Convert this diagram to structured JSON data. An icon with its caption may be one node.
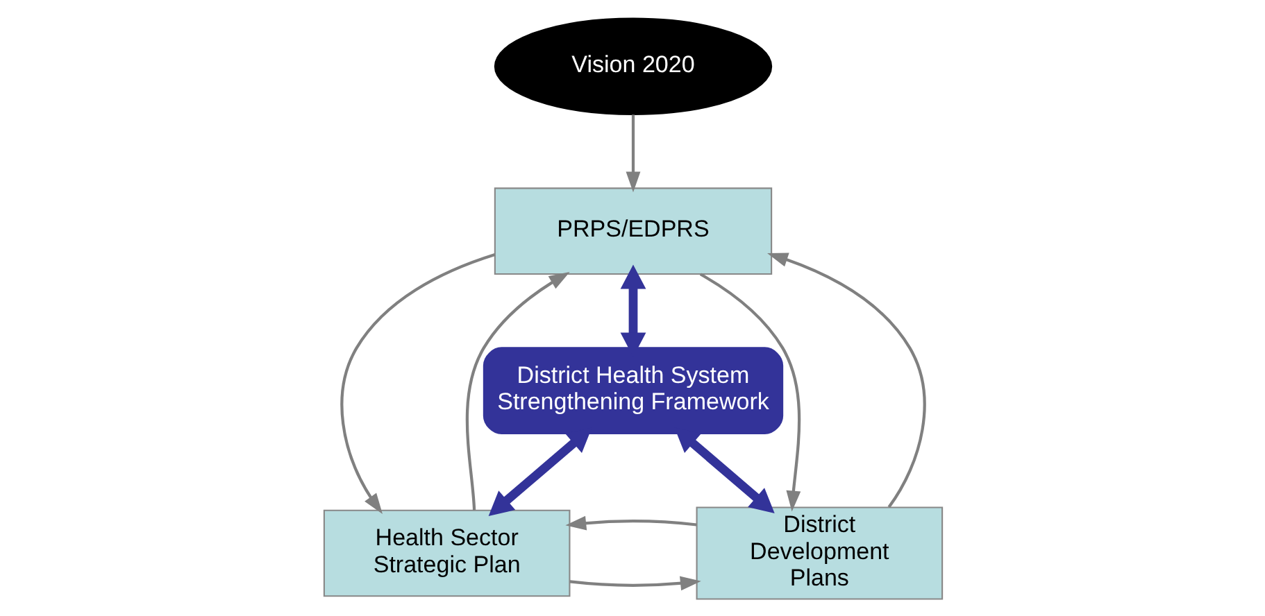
{
  "diagram": {
    "nodes": [
      {
        "text": [
          "Vision 2020"
        ]
      },
      {
        "text": [
          "PRPS/EDPRS"
        ]
      },
      {
        "text": [
          "Health Sector Strategic Plan"
        ]
      },
      {
        "text": [
          "District Development Plans"
        ]
      },
      {
        "text": [
          "District Health System Strengthening Framework"
        ]
      }
    ],
    "edges": [
      {
        "from": 0,
        "to": 1,
        "arrow": "to"
      },
      {
        "from": 2,
        "to": 1,
        "arrow": "to"
      },
      {
        "from": 1,
        "to": 2,
        "arrow": "to"
      },
      {
        "from": 1,
        "to": 3,
        "arrow": "to"
      },
      {
        "from": 3,
        "to": 1,
        "arrow": "to"
      },
      {
        "from": 2,
        "to": 3,
        "arrow": "to"
      },
      {
        "from": 3,
        "to": 2,
        "arrow": "to"
      },
      {
        "from": 1,
        "to": 4,
        "arrow": "both",
        "style": "thick",
        "color": "#333399"
      },
      {
        "from": 4,
        "to": 2,
        "arrow": "both",
        "style": "thick",
        "color": "#333399"
      },
      {
        "from": 4,
        "to": 3,
        "arrow": "both",
        "style": "thick",
        "color": "#333399"
      }
    ]
  }
}
